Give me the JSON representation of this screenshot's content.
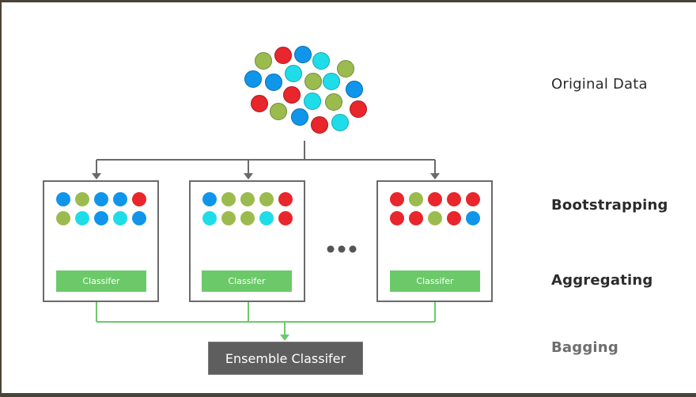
{
  "colors": {
    "red": "#e8262b",
    "green": "#9cbb4f",
    "blue": "#0f96ea",
    "cyan": "#1fdde8",
    "tree_line": "#6a6a6a",
    "aggregate_line": "#6cc96a",
    "classifier_fill": "#6cc96a",
    "ensemble_fill": "#5e5e5e"
  },
  "stages": {
    "original": "Original Data",
    "bootstrapping": "Bootstrapping",
    "aggregating": "Aggregating",
    "bagging": "Bagging"
  },
  "original_data": [
    "green",
    "red",
    "blue",
    "cyan",
    "green",
    "blue",
    "blue",
    "cyan",
    "green",
    "cyan",
    "blue",
    "red",
    "red",
    "cyan",
    "green",
    "red",
    "green",
    "blue",
    "red",
    "cyan"
  ],
  "bootstrap_samples": [
    {
      "rows": [
        [
          "blue",
          "green",
          "blue",
          "blue",
          "red"
        ],
        [
          "green",
          "cyan",
          "blue",
          "cyan",
          "blue"
        ]
      ],
      "classifier_label": "Classifer"
    },
    {
      "rows": [
        [
          "blue",
          "green",
          "green",
          "green",
          "red"
        ],
        [
          "cyan",
          "green",
          "green",
          "cyan",
          "red"
        ]
      ],
      "classifier_label": "Classifer"
    },
    {
      "rows": [
        [
          "red",
          "green",
          "red",
          "red",
          "red"
        ],
        [
          "red",
          "red",
          "green",
          "red",
          "blue"
        ]
      ],
      "classifier_label": "Classifer"
    }
  ],
  "ellipsis": "...",
  "ensemble_label": "Ensemble Classifer"
}
